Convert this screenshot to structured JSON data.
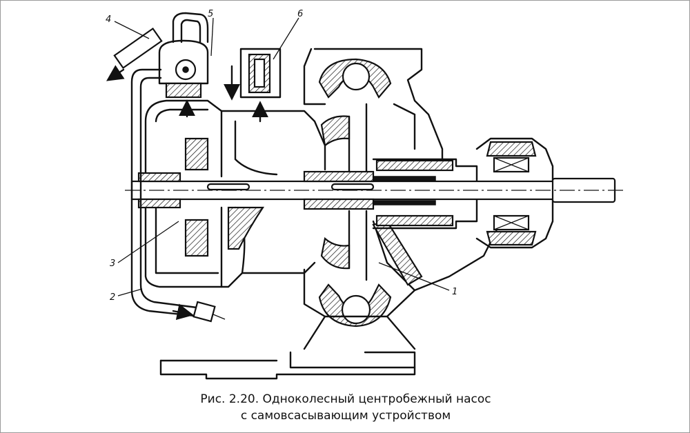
{
  "figure": {
    "caption_line1": "Рис. 2.20. Одноколесный центробежный насос",
    "caption_line2": "с самовсасывающим устройством"
  },
  "callouts": [
    {
      "id": "1",
      "label": "1"
    },
    {
      "id": "2",
      "label": "2"
    },
    {
      "id": "3",
      "label": "3"
    },
    {
      "id": "4",
      "label": "4"
    },
    {
      "id": "5",
      "label": "5"
    },
    {
      "id": "6",
      "label": "6"
    }
  ],
  "colors": {
    "ink": "#111111",
    "background": "#ffffff",
    "border": "#9a9a9a"
  }
}
